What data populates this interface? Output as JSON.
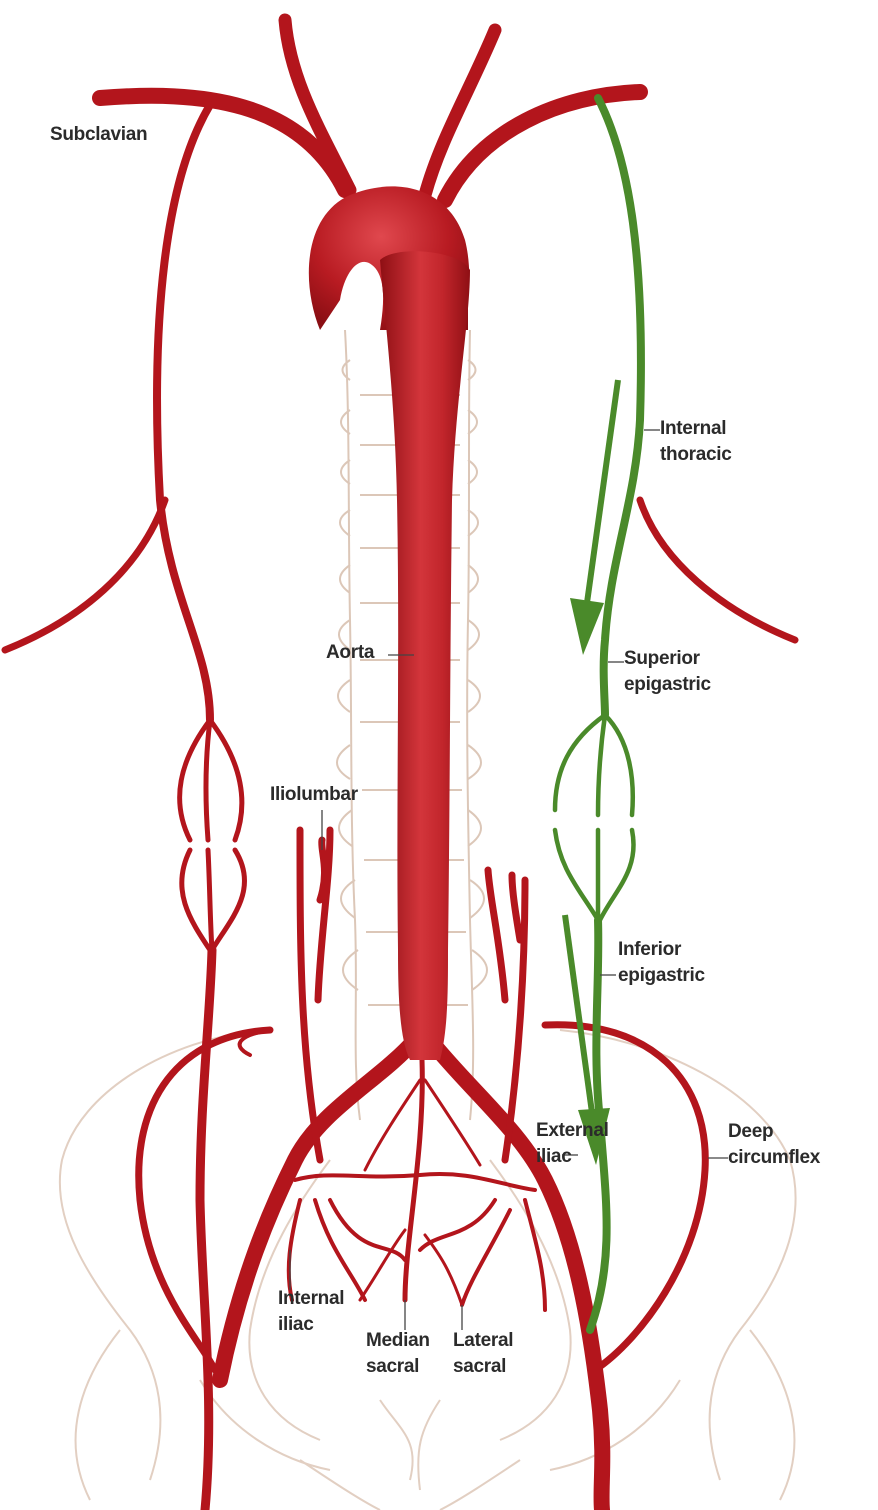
{
  "labels": {
    "subclavian": "Subclavian",
    "internal_thoracic": [
      "Internal",
      "thoracic"
    ],
    "aorta": "Aorta",
    "superior_epigastric": [
      "Superior",
      "epigastric"
    ],
    "iliolumbar": "Iliolumbar",
    "inferior_epigastric": [
      "Inferior",
      "epigastric"
    ],
    "external_iliac": [
      "External",
      "iliac"
    ],
    "deep_circumflex": [
      "Deep",
      "circumflex"
    ],
    "internal_iliac": [
      "Internal",
      "iliac"
    ],
    "median_sacral": [
      "Median",
      "sacral"
    ],
    "lateral_sacral": [
      "Lateral",
      "sacral"
    ]
  },
  "colors": {
    "artery": "#b3151c",
    "artery_highlight": "#d9474c",
    "highlighted_vessel": "#4a8a2a",
    "bone_outline": "#d9c3b4",
    "label_text": "#2b2b2b",
    "leader_line": "#444444"
  }
}
